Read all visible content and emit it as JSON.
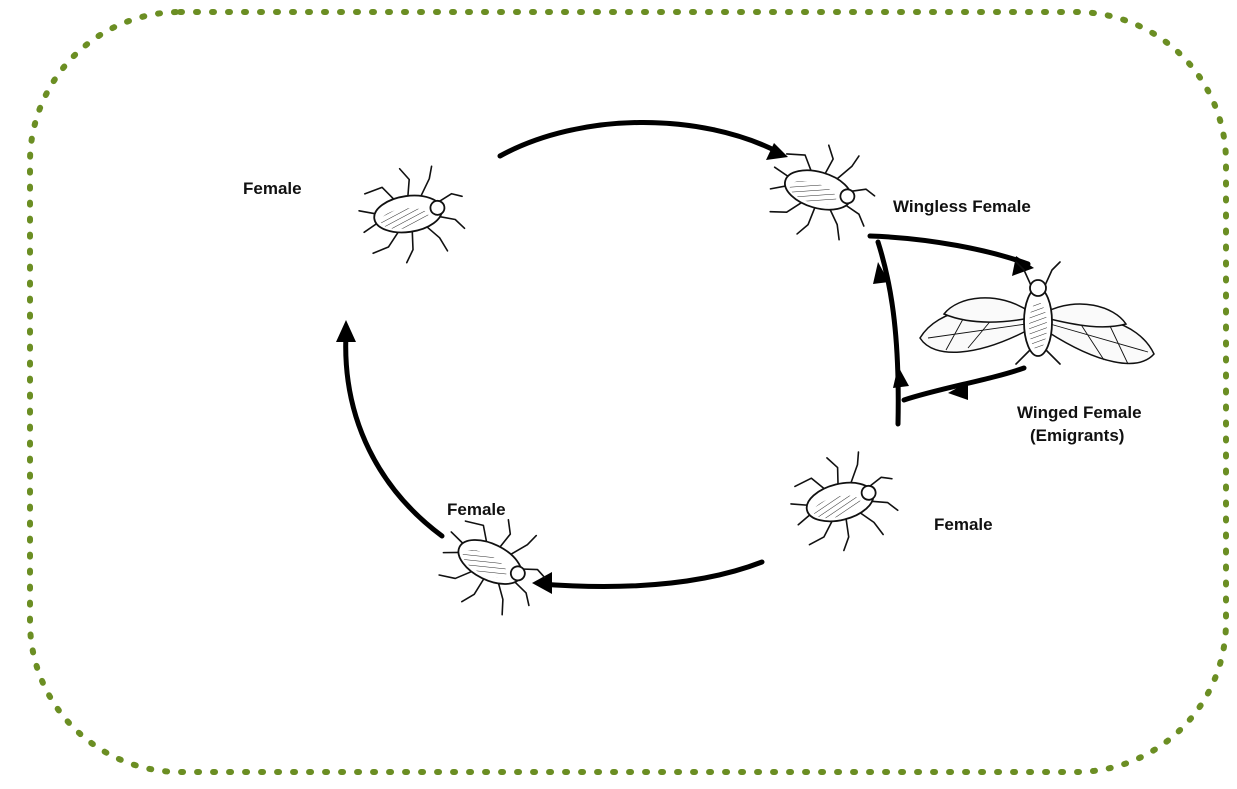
{
  "diagram": {
    "labels": {
      "female_top_left": "Female",
      "wingless_female": "Wingless Female",
      "winged_female_line1": "Winged Female",
      "winged_female_line2": "(Emigrants)",
      "female_right": "Female",
      "female_bottom_left": "Female"
    },
    "colors": {
      "border_dots": "#6b8e23",
      "arrows": "#000000",
      "background": "#ffffff"
    },
    "icons": [
      "aphid-icon",
      "winged-aphid-icon",
      "arrow-head-icon"
    ]
  }
}
